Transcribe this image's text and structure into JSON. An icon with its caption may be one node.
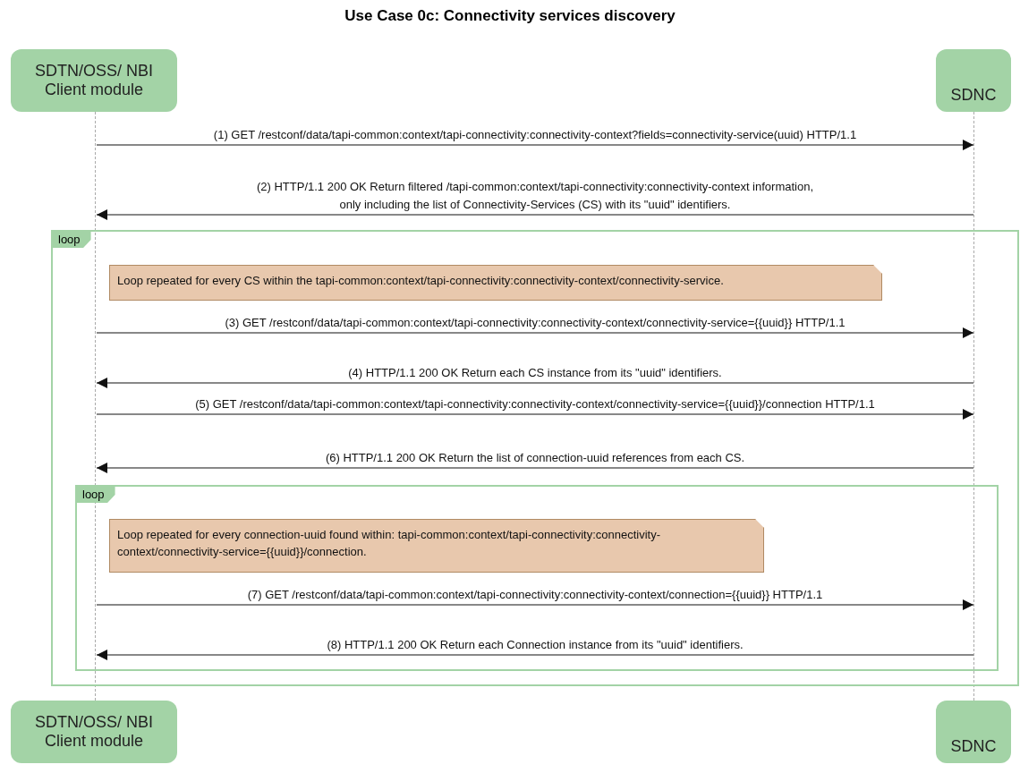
{
  "diagram": {
    "title": "Use Case 0c: Connectivity services discovery",
    "nodes": [
      {
        "text": [
          "SDTN/OSS/ NBI Client module"
        ]
      },
      {
        "text": [
          "SDNC"
        ]
      },
      {
        "text": [],
        "shape": "line"
      },
      {
        "text": [],
        "shape": "line"
      },
      {
        "text": [
          "loop"
        ]
      },
      {
        "text": [
          "Loop repeated for every CS within the tapi-common:context/tapi-connectivity:connectivity-context/connectivity-service."
        ],
        "in": 4
      },
      {
        "text": [
          "loop"
        ],
        "in": 4
      },
      {
        "text": [
          "Loop repeated for every connection-uuid found within: tapi-common:context/tapi-connectivity:connectivity-context/connectivity-service={{uuid}}/connection."
        ],
        "in": 6
      },
      {
        "text": [
          "SDTN/OSS/ NBI Client module"
        ]
      },
      {
        "text": [
          "SDNC"
        ]
      }
    ],
    "edges": [
      {
        "from": 2,
        "to": 3,
        "arrow": "to",
        "label": "(1) GET /restconf/data/tapi-common:context/tapi-connectivity:connectivity-context?fields=connectivity-service(uuid) HTTP/1.1"
      },
      {
        "from": 3,
        "to": 2,
        "arrow": "to",
        "label": "(2) HTTP/1.1 200 OK Return filtered /tapi-common:context/tapi-connectivity:connectivity-context information, only including the list of Connectivity-Services (CS) with its \"uuid\" identifiers."
      },
      {
        "from": 2,
        "to": 3,
        "arrow": "to",
        "label": "(3) GET /restconf/data/tapi-common:context/tapi-connectivity:connectivity-context/connectivity-service={{uuid}} HTTP/1.1"
      },
      {
        "from": 3,
        "to": 2,
        "arrow": "to",
        "label": "(4) HTTP/1.1 200 OK Return each CS instance from its \"uuid\" identifiers."
      },
      {
        "from": 2,
        "to": 3,
        "arrow": "to",
        "label": "(5) GET /restconf/data/tapi-common:context/tapi-connectivity:connectivity-context/connectivity-service={{uuid}}/connection HTTP/1.1"
      },
      {
        "from": 3,
        "to": 2,
        "arrow": "to",
        "label": "(6) HTTP/1.1 200 OK Return the list of connection-uuid references from each CS."
      },
      {
        "from": 2,
        "to": 3,
        "arrow": "to",
        "label": "(7) GET /restconf/data/tapi-common:context/tapi-connectivity:connectivity-context/connection={{uuid}} HTTP/1.1"
      },
      {
        "from": 3,
        "to": 2,
        "arrow": "to",
        "label": "(8) HTTP/1.1 200 OK Return each Connection instance from its \"uuid\" identifiers."
      }
    ]
  }
}
